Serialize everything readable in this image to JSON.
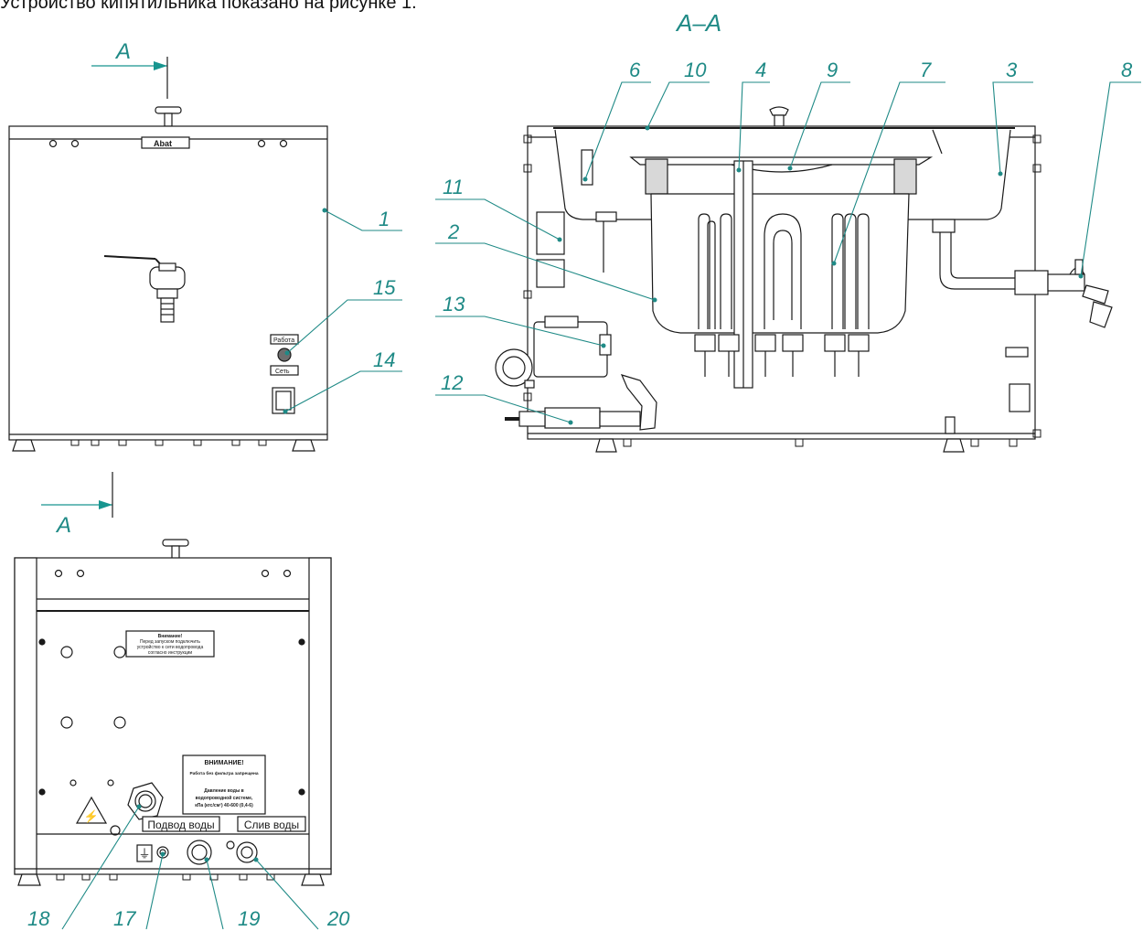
{
  "page": {
    "caption_fragment": "Устройство кипятильника показано на рисунке 1."
  },
  "section": {
    "letter": "А",
    "title": "А–А"
  },
  "callouts": [
    "1",
    "2",
    "3",
    "4",
    "6",
    "7",
    "8",
    "9",
    "10",
    "11",
    "12",
    "13",
    "14",
    "15",
    "17",
    "18",
    "19",
    "20"
  ],
  "front_view": {
    "brand_plate": "Abat",
    "indicator_top_label": "Работа",
    "indicator_bottom_label": "Сеть"
  },
  "rear_view": {
    "warning_small": [
      "Внимание!",
      "Перед запуском подключить",
      "устройство к сети водопровода",
      "согласно инструкции"
    ],
    "warning_title": "ВНИМАНИЕ!",
    "warning_lines": [
      "Работа без фильтра запрещена",
      "Давление воды в",
      "водопроводной системе,",
      "кПа (кгс/см²) 40-600 (0,4-6)"
    ],
    "water_inlet_label": "Подвод воды",
    "water_drain_label": "Слив воды",
    "ground_symbol": "⏚",
    "hv_symbol": "⚡"
  },
  "colors": {
    "line": "#1a1a1a",
    "leader": "#1f8a86",
    "arrow": "#17958f",
    "dot": "#1f8a86"
  }
}
